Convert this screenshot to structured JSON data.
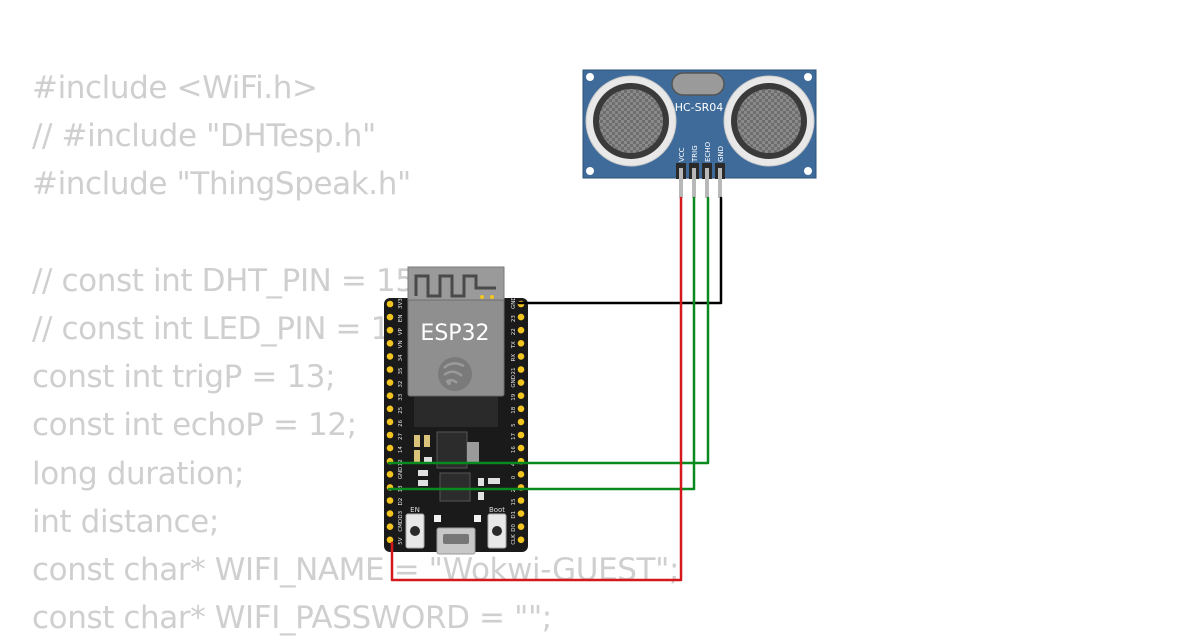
{
  "code": {
    "lines": [
      "#include <WiFi.h>",
      "// #include \"DHTesp.h\"",
      "#include \"ThingSpeak.h\"",
      "",
      "// const int DHT_PIN = 15;",
      "// const int LED_PIN = 14;",
      "const int trigP = 13;",
      "const int echoP = 12;",
      "long duration;",
      "int distance;",
      "const char* WIFI_NAME = \"Wokwi-GUEST\";",
      "const char* WIFI_PASSWORD = \"\";"
    ]
  },
  "esp32": {
    "chip_label": "ESP32",
    "en_label": "EN",
    "boot_label": "Boot",
    "left_pins": [
      "3V3",
      "EN",
      "VP",
      "VN",
      "34",
      "35",
      "32",
      "33",
      "25",
      "26",
      "27",
      "14",
      "12",
      "GND",
      "13",
      "D2",
      "D3",
      "CMD",
      "5V"
    ],
    "right_pins": [
      "GND",
      "23",
      "22",
      "TX",
      "RX",
      "21",
      "GND",
      "19",
      "18",
      "5",
      "17",
      "16",
      "4",
      "0",
      "2",
      "15",
      "D1",
      "D0",
      "CLK"
    ]
  },
  "sensor": {
    "model": "HC-SR04",
    "pins": [
      "VCC",
      "TRIG",
      "ECHO",
      "GND"
    ]
  },
  "colors": {
    "code_text": "#cfcfcf",
    "board": "#1a1a1a",
    "sensor_board": "#3f6b9a",
    "wire_power": "#d4181c",
    "wire_ground": "#000000",
    "wire_signal": "#0a8a1e",
    "pin_gold": "#f2c420"
  }
}
